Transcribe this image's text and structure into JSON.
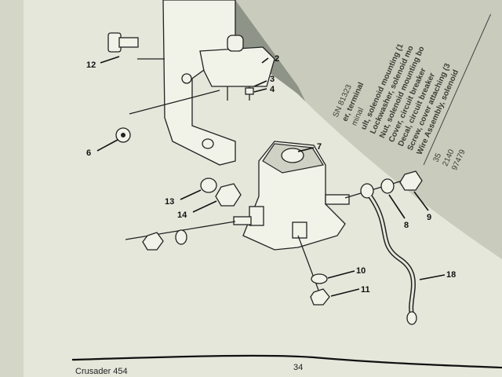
{
  "back_page": {
    "lines": [
      "SN 81323",
      "er, terminal",
      "minal",
      "ult, solenoid mounting (1",
      "Lockwasher, solenoid mo",
      "Nut, solenoid mounting bo",
      "Cover, circuit breaker",
      "Decal, circuit breaker",
      "Screw, cover attaching (3",
      "Wire Assembly, solenoid"
    ],
    "numbers": [
      "35",
      "2140",
      "97479"
    ]
  },
  "diagram": {
    "callouts": {
      "c2": "2",
      "c3": "3",
      "c4": "4",
      "c6": "6",
      "c7": "7",
      "c8": "8",
      "c9": "9",
      "c10": "10",
      "c11": "11",
      "c12": "12",
      "c13": "13",
      "c14": "14",
      "c18": "18"
    }
  },
  "footer": {
    "title": "Crusader 454",
    "page_number": "34"
  }
}
